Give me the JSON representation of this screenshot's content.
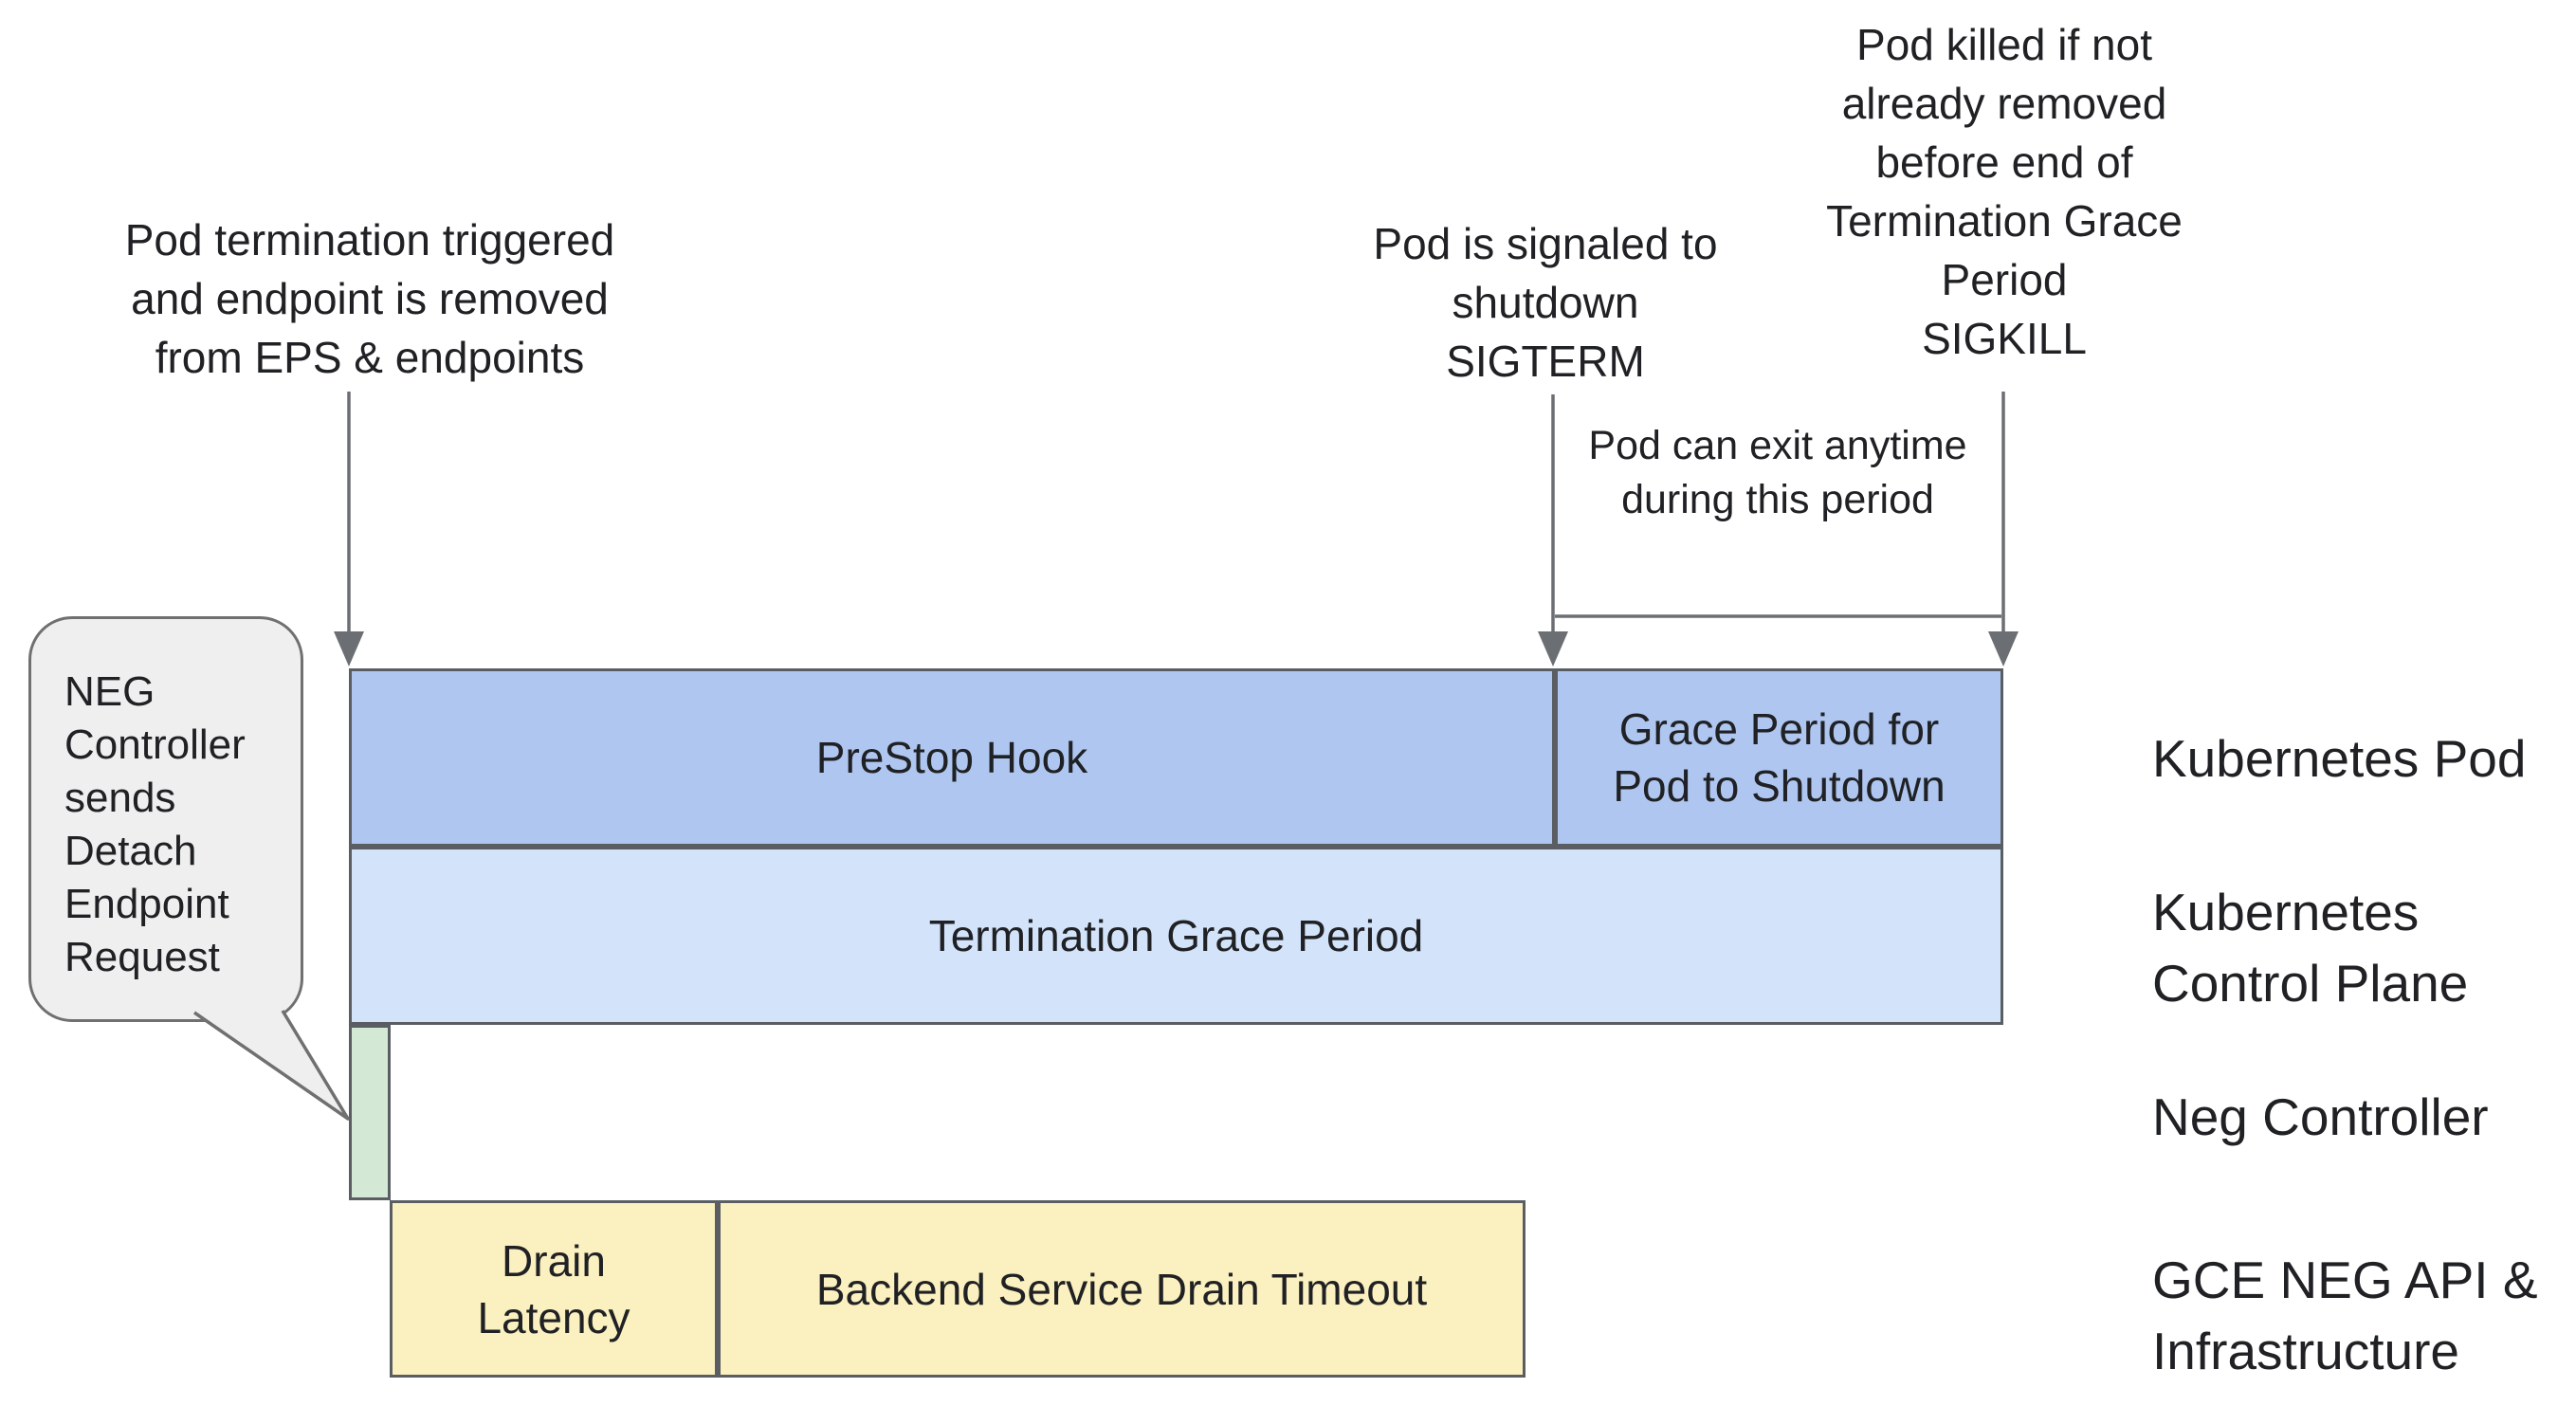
{
  "annotations": {
    "termination_trigger": "Pod termination triggered\nand endpoint is removed\nfrom EPS & endpoints",
    "sigterm": "Pod is signaled to\nshutdown\nSIGTERM",
    "sigkill": "Pod killed if not\nalready removed\nbefore end of\nTermination Grace\nPeriod\nSIGKILL",
    "pod_exit": "Pod can exit anytime\nduring this period"
  },
  "speech_bubble": {
    "text": "NEG\nController\nsends\nDetach\nEndpoint\nRequest"
  },
  "timeline": {
    "kubernetes_pod_row": {
      "prestop": "PreStop Hook",
      "grace_period": "Grace Period for\nPod to Shutdown"
    },
    "control_plane_row": {
      "termination_grace_period": "Termination Grace Period"
    },
    "gce_row": {
      "drain_latency": "Drain\nLatency",
      "backend_drain": "Backend Service Drain Timeout"
    }
  },
  "lane_labels": [
    "Kubernetes Pod",
    "Kubernetes\nControl Plane",
    "Neg Controller",
    "GCE NEG API &\nInfrastructure"
  ],
  "colors": {
    "bar_blue": "#aec6f0",
    "bar_light_blue": "#d2e3fa",
    "bar_green": "#d3e8d5",
    "bar_yellow": "#fbf0bf",
    "bar_border": "#5a5e63",
    "line_gray": "#6b6f73",
    "bubble_fill": "#efefef",
    "text": "#202124"
  }
}
